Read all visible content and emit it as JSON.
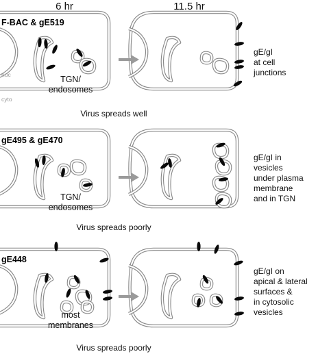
{
  "headers": {
    "left": "6 hr",
    "right": "11.5 hr"
  },
  "panels": [
    {
      "title": "F-BAC & gE519",
      "organelle_label": [
        "TGN/",
        "endosomes"
      ],
      "nuc_label": "nuc",
      "cyto_label": "cyto",
      "caption": "Virus spreads well",
      "side_text": [
        "gE/gI",
        "at cell",
        "junctions"
      ]
    },
    {
      "title": "gE495 & gE470",
      "organelle_label": [
        "TGN/",
        "endosomes"
      ],
      "caption": "Virus spreads poorly",
      "side_text": [
        "gE/gI in",
        "vesicles",
        "under plasma",
        "membrane",
        "and in TGN"
      ]
    },
    {
      "title": "gE448",
      "organelle_label": [
        "most",
        "membranes"
      ],
      "caption": "Virus spreads poorly",
      "side_text": [
        "gE/gI on",
        "apical & lateral",
        "surfaces &",
        "in cytosolic",
        "vesicles"
      ]
    }
  ],
  "colors": {
    "membrane": "#8a8a8a",
    "protein": "#0a0a0a",
    "arrow": "#9a9a9a"
  }
}
